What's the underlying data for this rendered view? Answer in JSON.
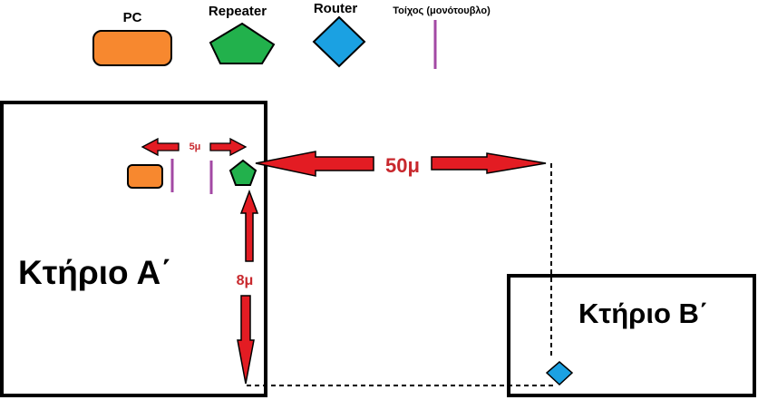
{
  "legend": {
    "pc_label": "PC",
    "repeater_label": "Repeater",
    "router_label": "Router",
    "wall_label": "Τοίχος (μονότουβλο)"
  },
  "buildings": {
    "a_label": "Κτήριο Α΄",
    "b_label": "Κτήριο Β΄"
  },
  "measurements": {
    "walls_gap": "5μ",
    "horizontal": "50μ",
    "vertical": "8μ"
  },
  "colors": {
    "pc": "#f7882f",
    "repeater": "#22b14c",
    "router": "#1ba1e2",
    "wall": "#a349a4",
    "arrow": "#e31c23",
    "measure_text": "#c8282d",
    "stroke": "#000000"
  },
  "icons": {
    "pc": "orange-rounded-rectangle",
    "repeater": "green-pentagon",
    "router": "blue-diamond",
    "wall": "purple-vertical-line"
  }
}
